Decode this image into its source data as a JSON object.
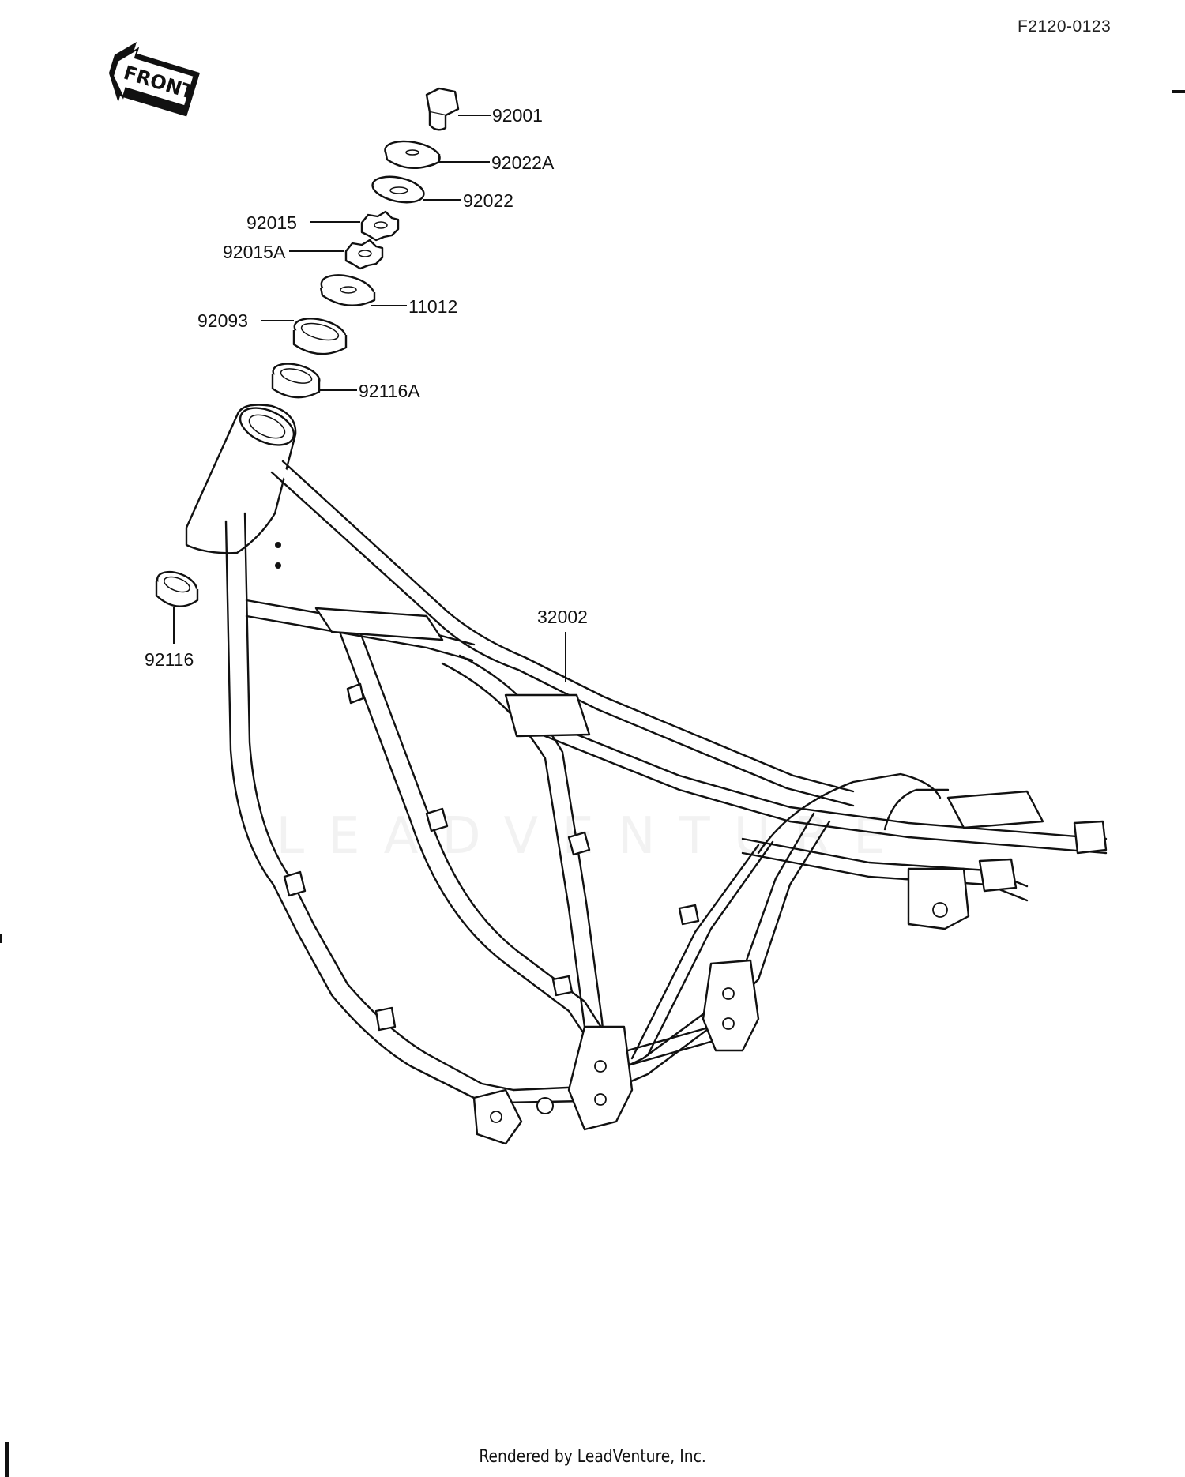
{
  "diagram_code": "F2120-0123",
  "front_label": "FRONT",
  "watermark": "LEADVENTURE",
  "footer": "Rendered by LeadVenture, Inc.",
  "parts": {
    "p92001": "92001",
    "p92022A": "92022A",
    "p92022": "92022",
    "p92015": "92015",
    "p92015A": "92015A",
    "p11012": "11012",
    "p92093": "92093",
    "p92116A": "92116A",
    "p32002": "32002",
    "p92116": "92116"
  }
}
